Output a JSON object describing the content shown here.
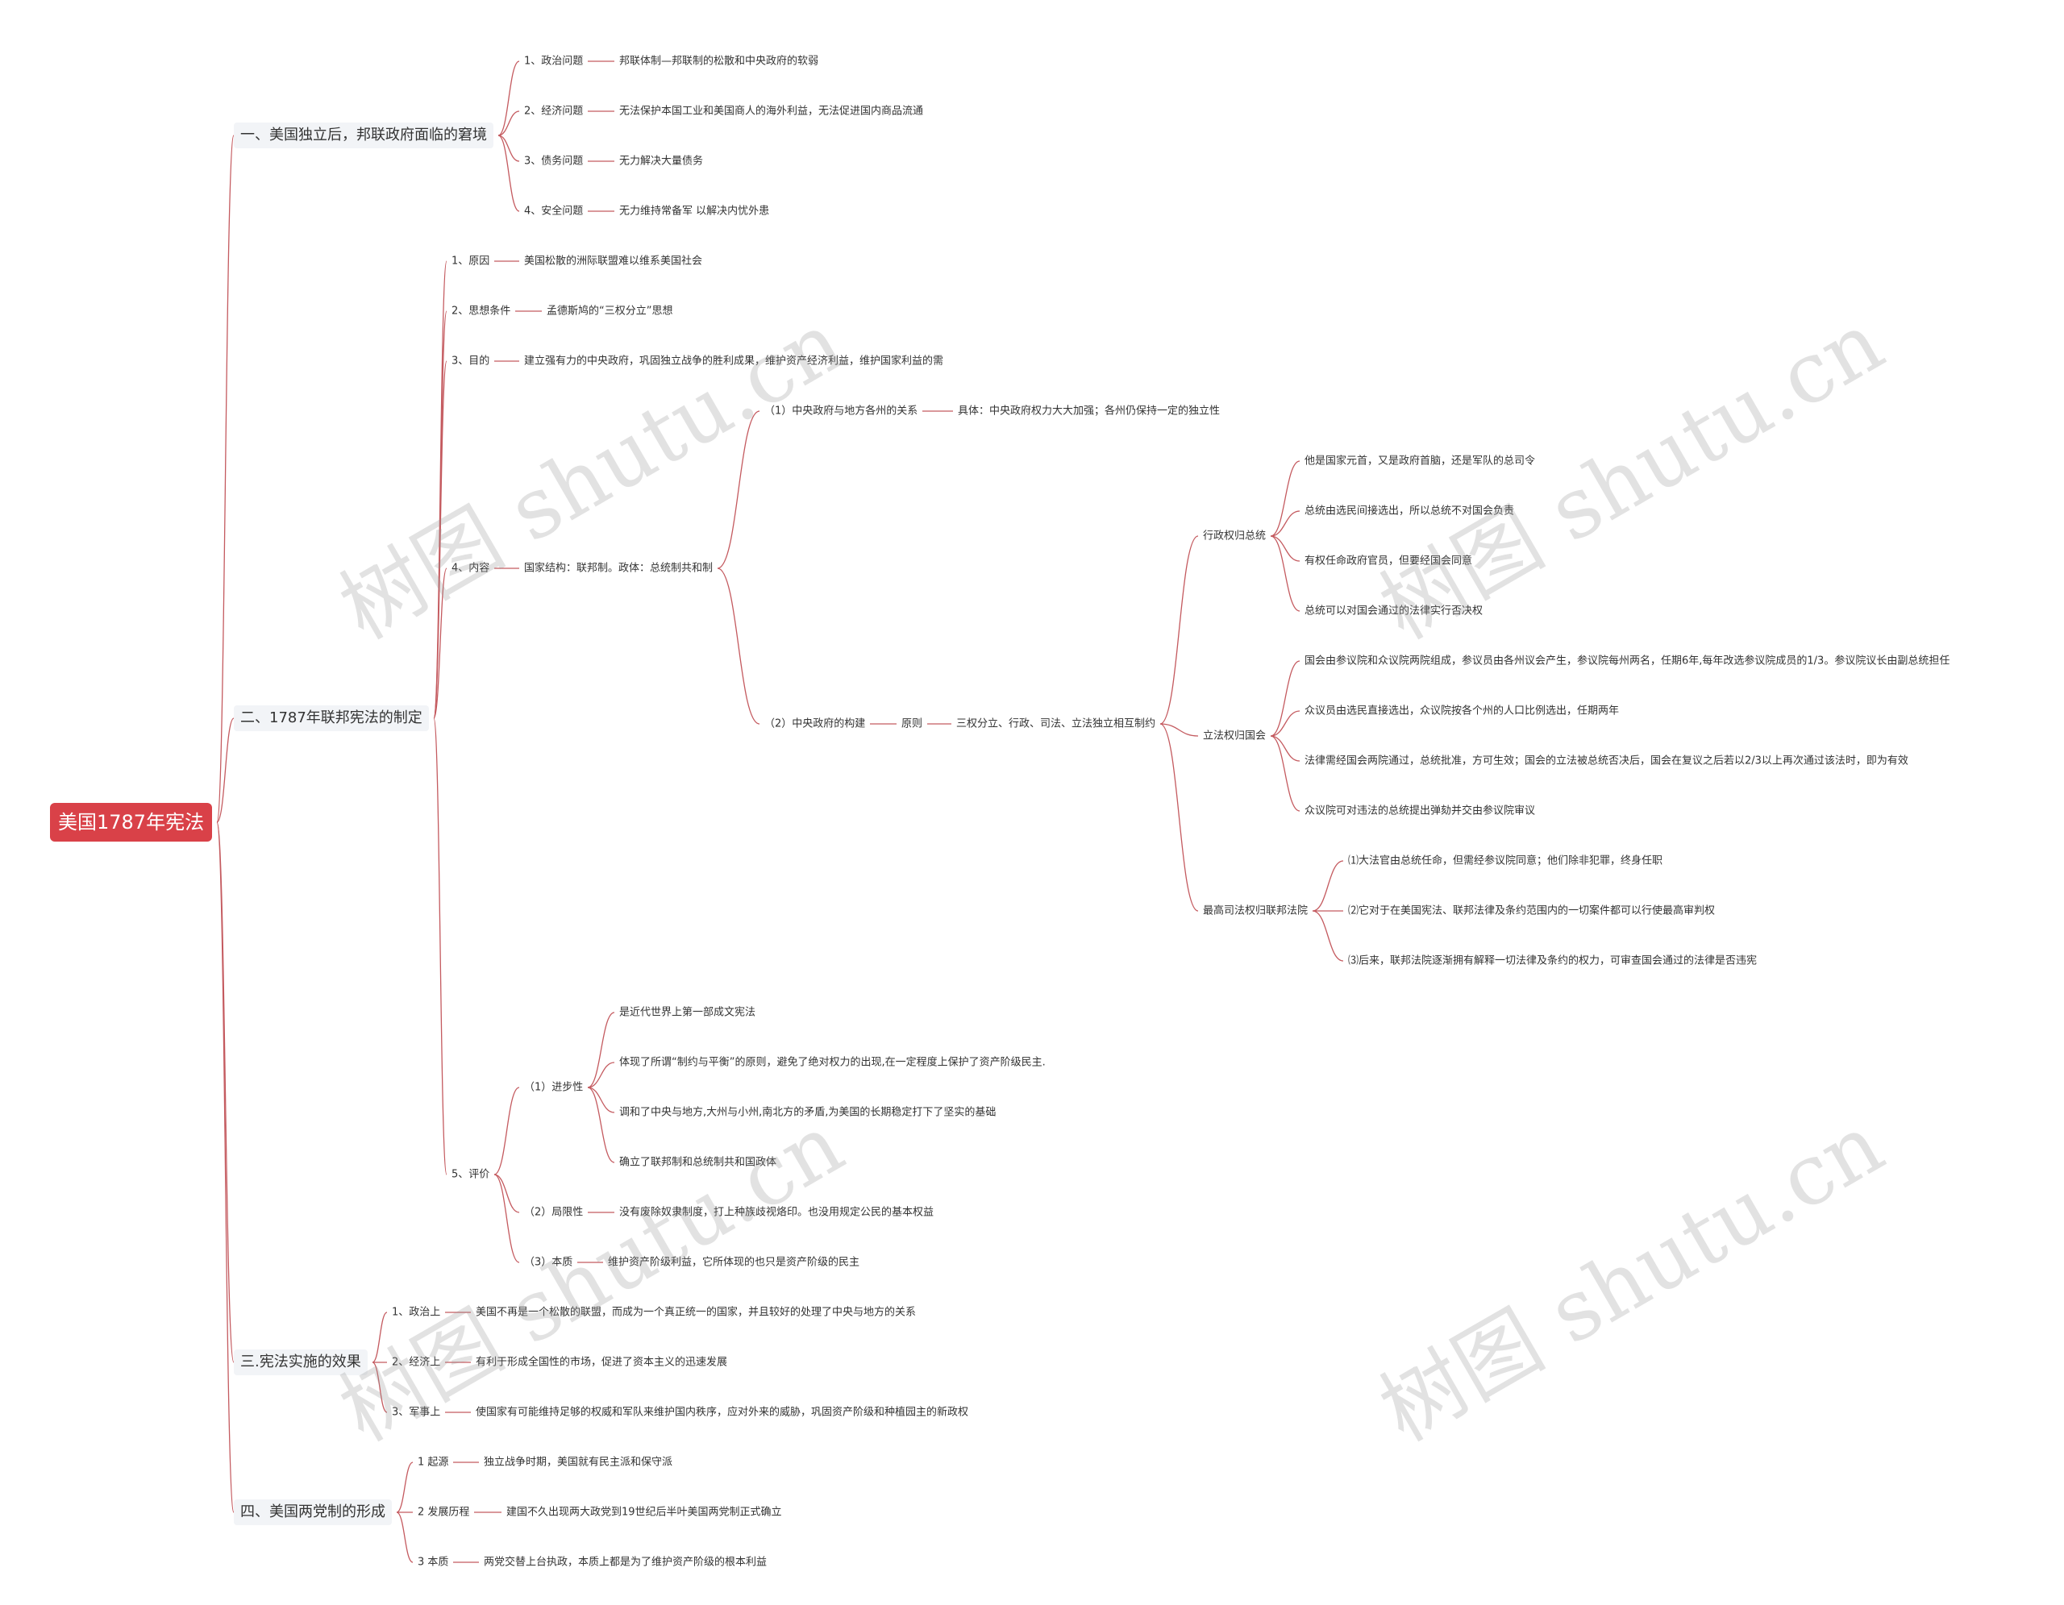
{
  "root": "美国1787年宪法",
  "branches": [
    {
      "label": "一、美国独立后，邦联政府面临的窘境",
      "children": [
        {
          "label": "1、政治问题",
          "detail": "邦联体制—邦联制的松散和中央政府的软弱"
        },
        {
          "label": "2、经济问题",
          "detail": "无法保护本国工业和美国商人的海外利益，无法促进国内商品流通"
        },
        {
          "label": "3、债务问题",
          "detail": "无力解决大量债务"
        },
        {
          "label": "4、安全问题",
          "detail": "无力维持常备军    以解决内忧外患"
        }
      ]
    },
    {
      "label": "二、1787年联邦宪法的制定",
      "children": [
        {
          "label": "1、原因",
          "detail": "美国松散的洲际联盟难以维系美国社会"
        },
        {
          "label": "2、思想条件",
          "detail": "孟德斯鸠的“三权分立”思想"
        },
        {
          "label": "3、目的",
          "detail": "建立强有力的中央政府，巩固独立战争的胜利成果，维护资产经济利益，维护国家利益的需"
        },
        {
          "label": "4、内容",
          "detail": "国家结构：联邦制。政体：总统制共和制",
          "relation": {
            "label": "（1）中央政府与地方各州的关系",
            "detail": "具体：中央政府权力大大加强；各州仍保持一定的独立性"
          },
          "structure": {
            "label": "（2）中央政府的构建",
            "principle": "原则",
            "principle_detail": "三权分立、行政、司法、立法独立相互制约",
            "powers": [
              {
                "label": "行政权归总统",
                "items": [
                  "他是国家元首，又是政府首脑，还是军队的总司令",
                  "总统由选民间接选出，所以总统不对国会负责",
                  "有权任命政府官员，但要经国会同意",
                  "总统可以对国会通过的法律实行否决权"
                ]
              },
              {
                "label": "立法权归国会",
                "items": [
                  "国会由参议院和众议院两院组成，参议员由各州议会产生，参议院每州两名，任期6年,每年改选参议院成员的1/3。参议院议长由副总统担任",
                  "众议员由选民直接选出，众议院按各个州的人口比例选出，任期两年",
                  "法律需经国会两院通过，总统批准，方可生效；国会的立法被总统否决后，国会在复议之后若以2/3以上再次通过该法时，即为有效",
                  "众议院可对违法的总统提出弹劾并交由参议院审议"
                ]
              },
              {
                "label": "最高司法权归联邦法院",
                "items": [
                  "⑴大法官由总统任命，但需经参议院同意；他们除非犯罪，终身任职",
                  "⑵它对于在美国宪法、联邦法律及条约范围内的一切案件都可以行使最高审判权",
                  "⑶后来，联邦法院逐渐拥有解释一切法律及条约的权力，可审查国会通过的法律是否违宪"
                ]
              }
            ]
          }
        },
        {
          "label": "5、评价",
          "items": [
            {
              "label": "（1）进步性",
              "items": [
                "是近代世界上第一部成文宪法",
                "体现了所谓“制约与平衡”的原则，避免了绝对权力的出现,在一定程度上保护了资产阶级民主.",
                "调和了中央与地方,大州与小州,南北方的矛盾,为美国的长期稳定打下了坚实的基础",
                "确立了联邦制和总统制共和国政体"
              ]
            },
            {
              "label": "（2）局限性",
              "detail": "没有废除奴隶制度，打上种族歧视烙印。也没用规定公民的基本权益"
            },
            {
              "label": "（3）本质",
              "detail": "维护资产阶级利益，它所体现的也只是资产阶级的民主"
            }
          ]
        }
      ]
    },
    {
      "label": "三.宪法实施的效果",
      "children": [
        {
          "label": "1、政治上",
          "detail": "美国不再是一个松散的联盟，而成为一个真正统一的国家，并且较好的处理了中央与地方的关系"
        },
        {
          "label": "2、经济上",
          "detail": "有利于形成全国性的市场，促进了资本主义的迅速发展"
        },
        {
          "label": "3、军事上",
          "detail": "使国家有可能维持足够的权威和军队来维护国内秩序，应对外来的威胁，巩固资产阶级和种植园主的新政权"
        }
      ]
    },
    {
      "label": "四、美国两党制的形成",
      "children": [
        {
          "label": "1 起源",
          "detail": "独立战争时期，美国就有民主派和保守派"
        },
        {
          "label": "2 发展历程",
          "detail": "建国不久出现两大政党到19世纪后半叶美国两党制正式确立"
        },
        {
          "label": "3 本质",
          "detail": "两党交替上台执政，本质上都是为了维护资产阶级的根本利益"
        }
      ]
    }
  ],
  "watermarks": [
    "树图 shutu.cn",
    "树图 shutu.cn",
    "树图 shutu.cn",
    "树图 shutu.cn"
  ],
  "colors": {
    "root_fill": "#d94148",
    "link": "#c45a5f",
    "branch_fill": "#f2f4f7",
    "text": "#333333"
  }
}
